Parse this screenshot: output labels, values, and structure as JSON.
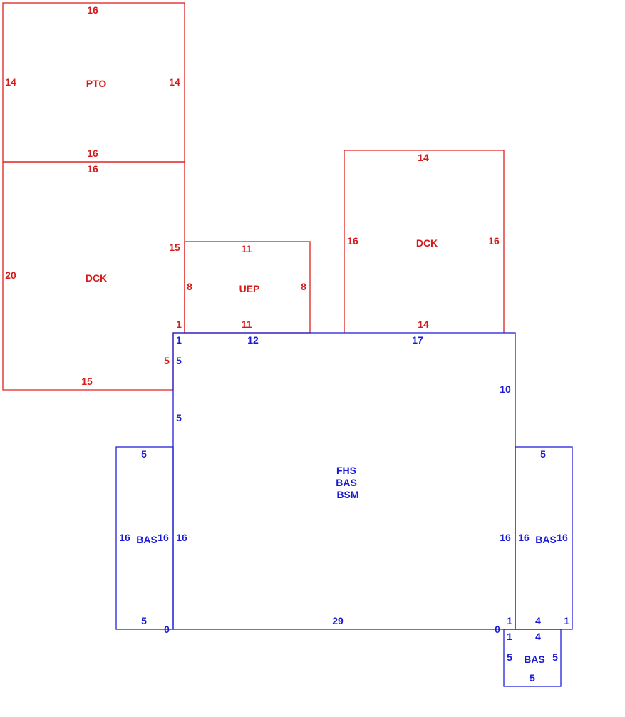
{
  "colors": {
    "upper_level": "#e02020",
    "main_level": "#2020d8"
  },
  "areas": {
    "pto": {
      "label": "PTO",
      "top": "16",
      "bottom": "16",
      "left": "14",
      "right": "14"
    },
    "dck_left": {
      "label": "DCK",
      "top": "16",
      "left": "20",
      "bottom": "15",
      "right_upper": "15",
      "right_mid": "1",
      "right_lower": "5"
    },
    "uep": {
      "label": "UEP",
      "top": "11",
      "bottom": "11",
      "left": "8",
      "right": "8"
    },
    "dck_right": {
      "label": "DCK",
      "top": "14",
      "bottom": "14",
      "left": "16",
      "right": "16"
    },
    "main": {
      "label_1": "FHS",
      "label_2": "BAS",
      "label_3": "BSM",
      "top_left": "1",
      "top_mid": "12",
      "top_right": "17",
      "left_upper_1": "5",
      "left_upper_2": "5",
      "left_lower": "16",
      "right_upper": "10",
      "right_lower": "16",
      "bottom": "29",
      "bottom_left_corner": "0",
      "bottom_right_corner": "0"
    },
    "bas_left": {
      "label": "BAS",
      "top": "5",
      "bottom": "5",
      "left": "16",
      "right": "16"
    },
    "bas_right": {
      "label": "BAS",
      "top": "5",
      "left": "16",
      "right": "16",
      "bottom_left": "1",
      "bottom_mid": "4",
      "bottom_right": "1"
    },
    "bas_small": {
      "label": "BAS",
      "top": "4",
      "bottom": "5",
      "left": "5",
      "right": "5",
      "left_top": "1"
    }
  }
}
